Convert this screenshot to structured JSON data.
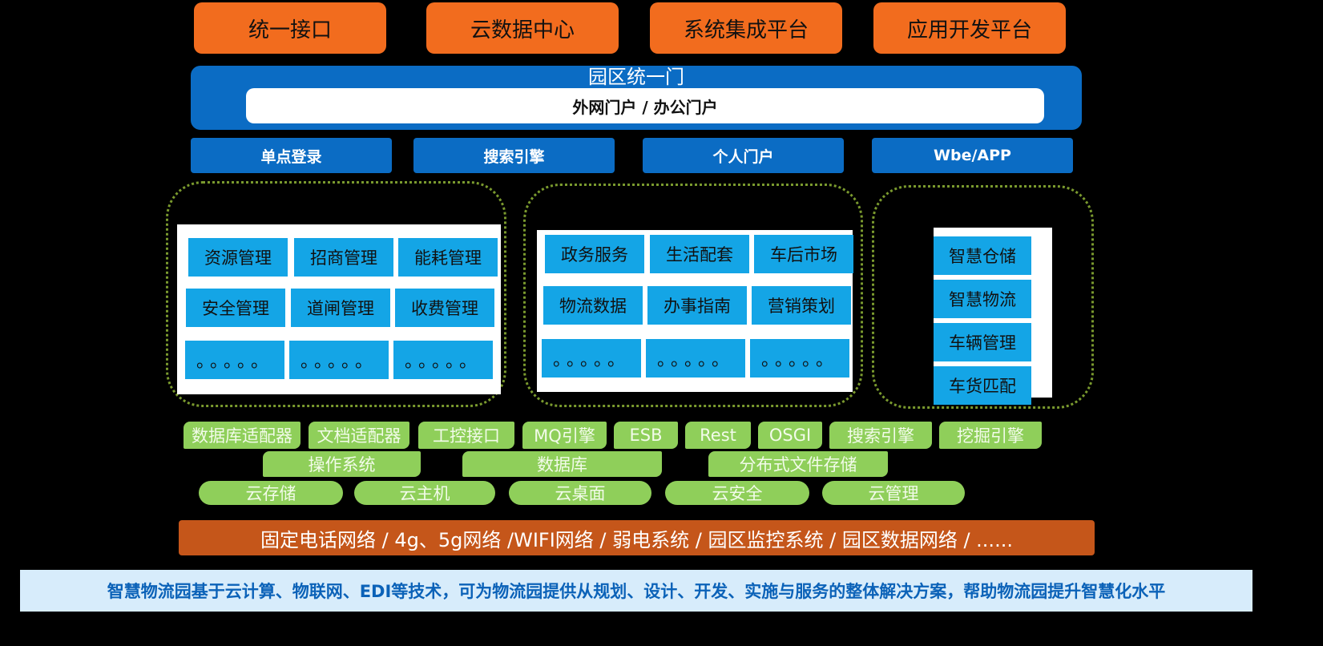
{
  "top_modules": [
    "统一接口",
    "云数据中心",
    "系统集成平台",
    "应用开发平台"
  ],
  "portal": {
    "title": "园区统一门",
    "subtitle": "外网门户 / 办公门户"
  },
  "access": [
    "单点登录",
    "搜索引擎",
    "个人门户",
    "Wbe/APP"
  ],
  "group1": [
    "资源管理",
    "招商管理",
    "能耗管理",
    "安全管理",
    "道闸管理",
    "收费管理",
    "。。。。。",
    "。。。。。",
    "。。。。。"
  ],
  "group2": [
    "政务服务",
    "生活配套",
    "车后市场",
    "物流数据",
    "办事指南",
    "营销策划",
    "。。。。。",
    "。。。。。",
    "。。。。。"
  ],
  "group3": [
    "智慧仓储",
    "智慧物流",
    "车辆管理",
    "车货匹配"
  ],
  "middleware": [
    "数据库适配器",
    "文档适配器",
    "工控接口",
    "MQ引擎",
    "ESB",
    "Rest",
    "OSGI",
    "搜索引擎",
    "挖掘引擎"
  ],
  "platform": [
    "操作系统",
    "数据库",
    "分布式文件存储"
  ],
  "cloud": [
    "云存储",
    "云主机",
    "云桌面",
    "云安全",
    "云管理"
  ],
  "network": "固定电话网络 / 4g、5g网络 /WIFI网络 / 弱电系统 /  园区监控系统 / 园区数据网络 / ......",
  "footer": "智慧物流园基于云计算、物联网、EDI等技术，可为物流园提供从规划、设计、开发、实施与服务的整体解决方案，帮助物流园提升智慧化水平",
  "colors": {
    "orange": "#f26c1e",
    "blue": "#0b6cc4",
    "cyan": "#14a5e6",
    "green": "#8fcf5a",
    "rust": "#c5561a",
    "footer_bg": "#d7ecfb"
  }
}
